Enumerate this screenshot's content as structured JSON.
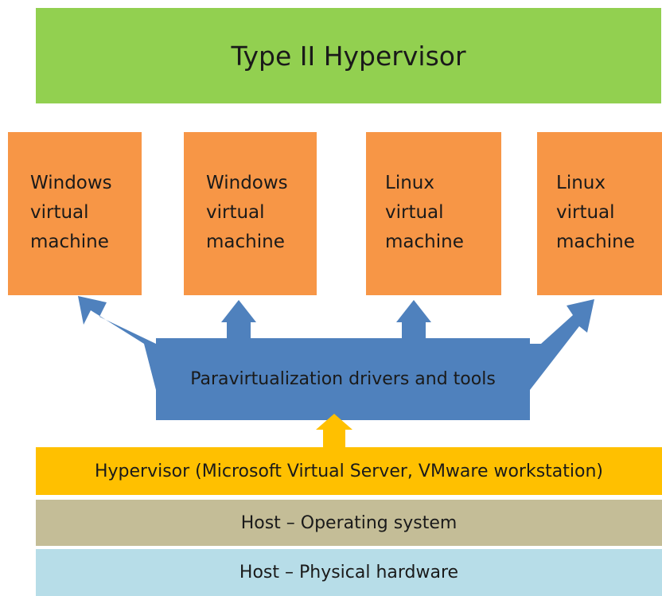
{
  "title": "Type II Hypervisor",
  "vms": [
    {
      "line1": "Windows",
      "line2": "virtual",
      "line3": "machine"
    },
    {
      "line1": "Windows",
      "line2": "virtual",
      "line3": "machine"
    },
    {
      "line1": "Linux",
      "line2": "virtual",
      "line3": "machine"
    },
    {
      "line1": "Linux",
      "line2": "virtual",
      "line3": "machine"
    }
  ],
  "paravirt_label": "Paravirtualization drivers and tools",
  "hypervisor_label": "Hypervisor (Microsoft Virtual Server, VMware workstation)",
  "host_os_label": "Host – Operating system",
  "host_hw_label": "Host – Physical hardware",
  "colors": {
    "title": "#92d050",
    "vm": "#f79646",
    "paravirt": "#4f81bd",
    "hypervisor": "#ffc000",
    "host_os": "#c4bd97",
    "host_hw": "#b7dde8"
  }
}
